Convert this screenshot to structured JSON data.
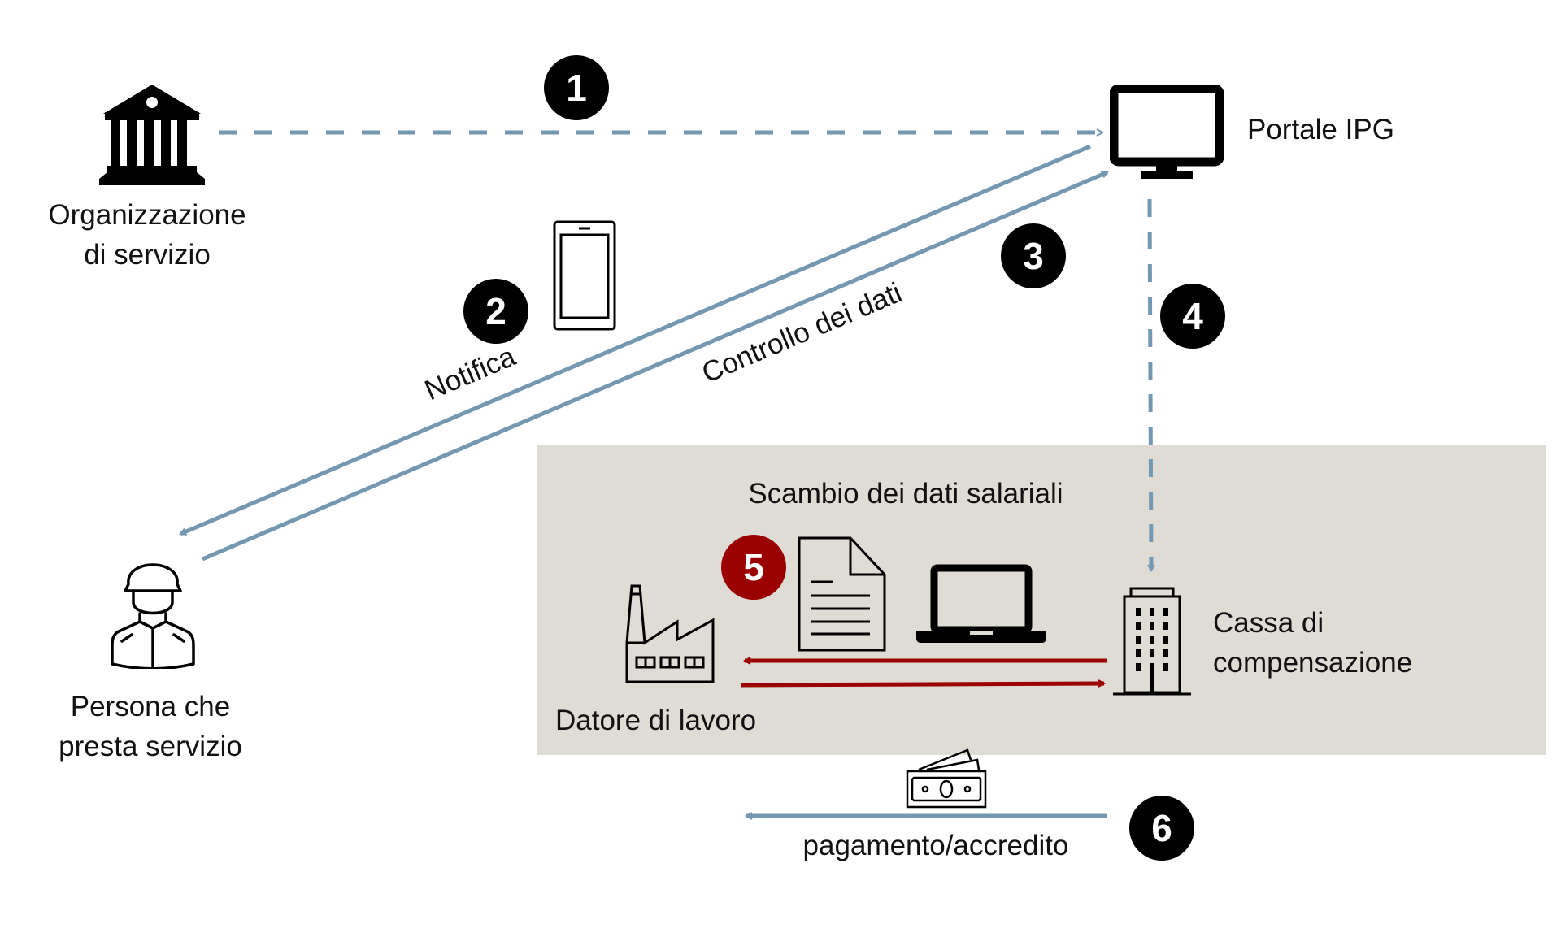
{
  "nodes": {
    "service_org": {
      "line1": "Organizzazione",
      "line2": "di servizio",
      "icon": "bank-icon"
    },
    "portal": {
      "label": "Portale IPG",
      "icon": "monitor-icon"
    },
    "person": {
      "line1": "Persona che",
      "line2": "presta servizio",
      "icon": "soldier-icon"
    },
    "employer": {
      "label": "Datore di lavoro",
      "icon": "factory-icon"
    },
    "compensation_fund": {
      "line1": "Cassa di",
      "line2": "compensazione",
      "icon": "office-building-icon"
    }
  },
  "exchange_box": {
    "title": "Scambio dei dati salariali",
    "icons": [
      "document-icon",
      "laptop-icon"
    ]
  },
  "steps": [
    {
      "number": "1",
      "color": "#000000"
    },
    {
      "number": "2",
      "color": "#000000"
    },
    {
      "number": "3",
      "color": "#000000"
    },
    {
      "number": "4",
      "color": "#000000"
    },
    {
      "number": "5",
      "color": "#9b0000"
    },
    {
      "number": "6",
      "color": "#000000"
    }
  ],
  "edge_labels": {
    "notifica": "Notifica",
    "controllo": "Controllo dei dati",
    "pagamento": "pagamento/accredito"
  },
  "colors": {
    "arrow_blue": "#7498b1",
    "arrow_red": "#9b0000",
    "box_grey": "#dfdcd6"
  }
}
